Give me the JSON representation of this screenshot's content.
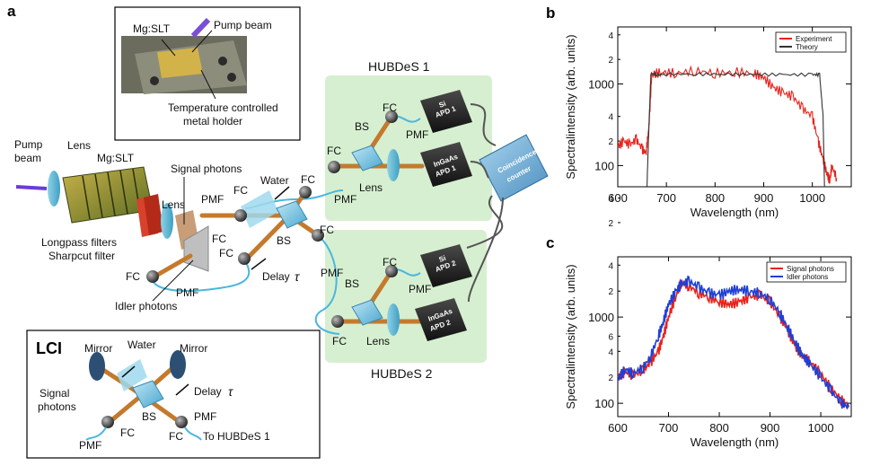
{
  "panels": {
    "a": "a",
    "b": "b",
    "c": "c"
  },
  "schematic": {
    "inset_crystal": "Mg:SLT",
    "inset_pump": "Pump beam",
    "inset_holder_line1": "Temperature controlled",
    "inset_holder_line2": "metal holder",
    "pump_line1": "Pump",
    "pump_line2": "beam",
    "lens": "Lens",
    "crystal": "Mg:SLT",
    "signal_photons": "Signal photons",
    "lens2": "Lens",
    "longpass": "Longpass filters",
    "sharpcut": "Sharpcut filter",
    "idler_photons": "Idler photons",
    "pmf": "PMF",
    "fc": "FC",
    "bs": "BS",
    "water": "Water",
    "delay": "Delay",
    "tau": "τ",
    "hubdes1": "HUBDeS 1",
    "hubdes2": "HUBDeS 2",
    "coincidence_line1": "Coincidence",
    "coincidence_line2": "counter",
    "si_apd1_line1": "Si",
    "si_apd1_line2": "APD 1",
    "ingaas_apd1_line1": "InGaAs",
    "ingaas_apd1_line2": "APD 1",
    "si_apd2_line1": "Si",
    "si_apd2_line2": "APD 2",
    "ingaas_apd2_line1": "InGaAs",
    "ingaas_apd2_line2": "APD 2"
  },
  "lci": {
    "title": "LCI",
    "mirror_left": "Mirror",
    "water": "Water",
    "mirror_right": "Mirror",
    "signal_line1": "Signal",
    "signal_line2": "photons",
    "bs": "BS",
    "delay": "Delay",
    "tau": "τ",
    "fc_left": "FC",
    "fc_right": "FC",
    "pmf_left": "PMF",
    "pmf_right": "PMF",
    "to_hubdes": "To HUBDeS 1"
  },
  "chart_data": [
    {
      "panel": "b",
      "type": "line",
      "xlabel": "Wavelength (nm)",
      "ylabel": "Spectralintensity (arb. units)",
      "xlim": [
        600,
        1080
      ],
      "ylim": [
        55,
        5000
      ],
      "yscale": "log",
      "xticks": [
        600,
        700,
        800,
        900,
        1000
      ],
      "yticks_major": [
        {
          "value": 100,
          "label": "100"
        },
        {
          "value": 1000,
          "label": "1000"
        }
      ],
      "yticks_minor": [
        {
          "value": 20,
          "label": "2"
        },
        {
          "value": 40,
          "label": "4"
        },
        {
          "value": 200,
          "label": "2"
        },
        {
          "value": 400,
          "label": "4"
        },
        {
          "value": 2000,
          "label": "2"
        },
        {
          "value": 4000,
          "label": "4"
        }
      ],
      "legend_position": "top-right",
      "series": [
        {
          "name": "Experiment",
          "color": "#e8221b",
          "x": [
            600,
            612,
            625,
            638,
            650,
            658,
            664,
            670,
            690,
            720,
            760,
            800,
            840,
            880,
            900,
            920,
            940,
            960,
            980,
            1000,
            1012,
            1022,
            1030,
            1036,
            1040,
            1050
          ],
          "y": [
            170,
            200,
            180,
            210,
            160,
            140,
            300,
            1300,
            1400,
            1350,
            1450,
            1350,
            1400,
            1350,
            1200,
            900,
            780,
            700,
            500,
            400,
            200,
            120,
            80,
            65,
            100,
            70
          ]
        },
        {
          "name": "Theory",
          "color": "#333333",
          "x": [
            660,
            664,
            668,
            680,
            700,
            760,
            820,
            880,
            940,
            1000,
            1015,
            1022,
            1025
          ],
          "y": [
            55,
            300,
            1350,
            1300,
            1320,
            1320,
            1320,
            1310,
            1300,
            1300,
            1300,
            400,
            55
          ]
        }
      ]
    },
    {
      "panel": "c",
      "type": "line",
      "xlabel": "Wavelength (nm)",
      "ylabel": "Spectralintensity (arb. units)",
      "xlim": [
        600,
        1060
      ],
      "ylim": [
        70,
        5000
      ],
      "yscale": "log",
      "xticks": [
        600,
        700,
        800,
        900,
        1000
      ],
      "yticks_major": [
        {
          "value": 100,
          "label": "100"
        },
        {
          "value": 1000,
          "label": "1000"
        }
      ],
      "yticks_minor": [
        {
          "value": 200,
          "label": "2"
        },
        {
          "value": 400,
          "label": "4"
        },
        {
          "value": 600,
          "label": "6"
        },
        {
          "value": 2000,
          "label": "2"
        },
        {
          "value": 4000,
          "label": "4"
        }
      ],
      "legend_position": "top-right",
      "series": [
        {
          "name": "Signal photons",
          "color": "#e8221b",
          "x": [
            600,
            615,
            630,
            650,
            665,
            680,
            690,
            700,
            715,
            725,
            740,
            760,
            780,
            800,
            820,
            840,
            860,
            880,
            900,
            920,
            935,
            950,
            965,
            980,
            1000,
            1020,
            1040,
            1055
          ],
          "y": [
            200,
            230,
            210,
            240,
            300,
            400,
            600,
            1000,
            1800,
            2500,
            2300,
            1900,
            1700,
            1500,
            1400,
            1500,
            1700,
            1800,
            1500,
            1000,
            700,
            450,
            350,
            300,
            220,
            150,
            110,
            95
          ]
        },
        {
          "name": "Idler photons",
          "color": "#1f3fd6",
          "x": [
            600,
            615,
            630,
            650,
            665,
            680,
            690,
            700,
            715,
            725,
            740,
            760,
            780,
            800,
            820,
            840,
            860,
            880,
            900,
            920,
            935,
            950,
            965,
            980,
            1000,
            1020,
            1040,
            1055
          ],
          "y": [
            190,
            250,
            220,
            260,
            350,
            600,
            900,
            1400,
            2000,
            2400,
            2600,
            2200,
            1900,
            1800,
            2000,
            2100,
            2000,
            1900,
            1600,
            1100,
            750,
            500,
            350,
            280,
            200,
            140,
            100,
            90
          ]
        }
      ]
    }
  ]
}
